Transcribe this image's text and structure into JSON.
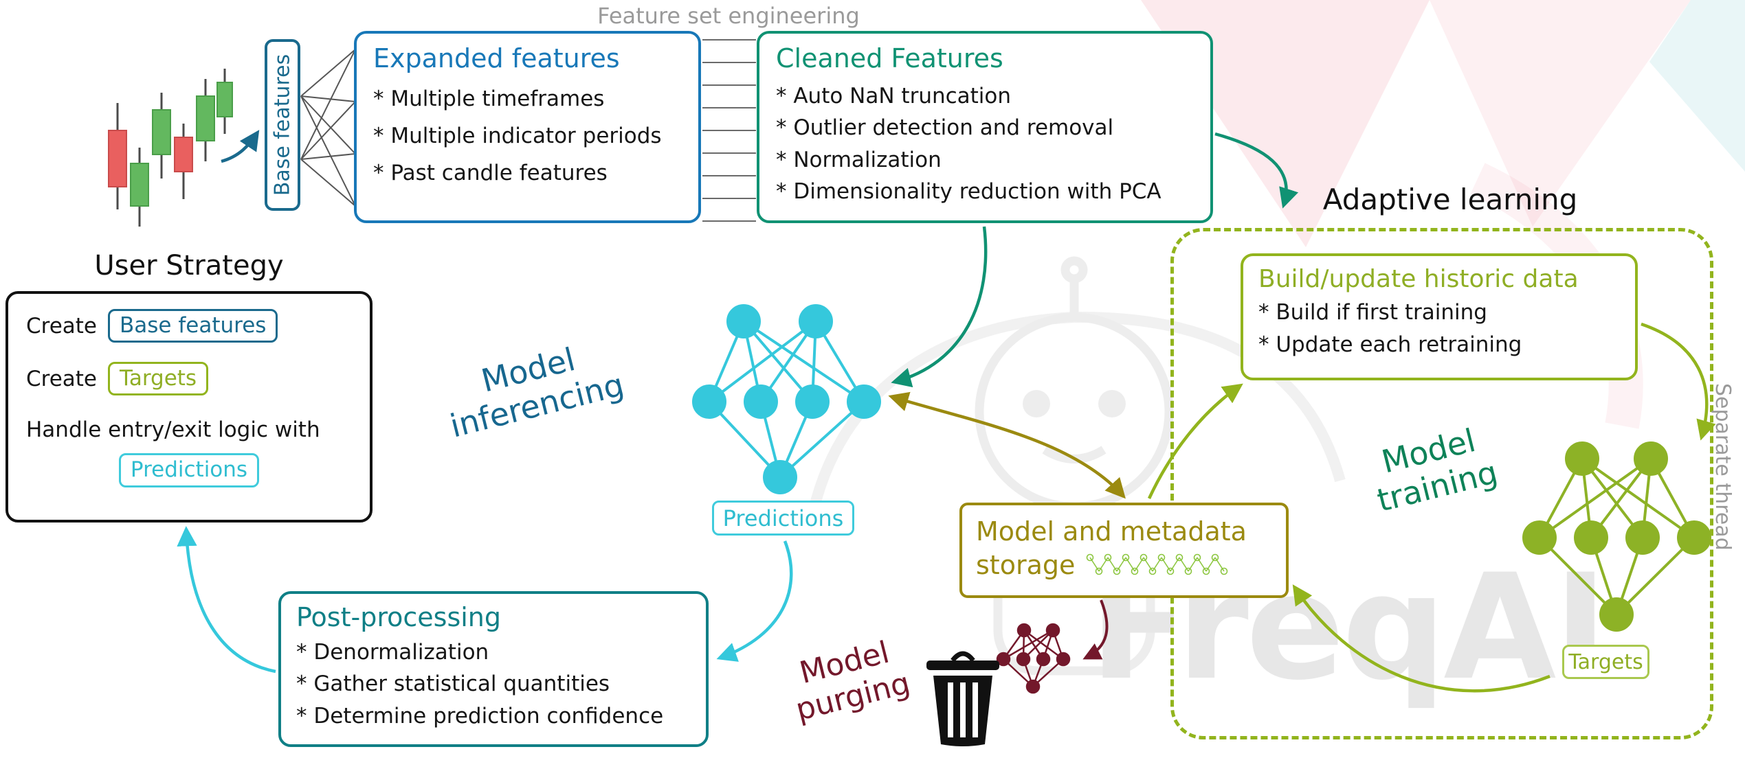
{
  "palette": {
    "blue": "#1878b8",
    "teal": "#1a6a8d",
    "teal_dark": "#0f7f86",
    "green": "#109273",
    "olive": "#92b41d",
    "cyan": "#35c8dc",
    "dark_yellow": "#9b8a10",
    "dark_red": "#73182b",
    "gray": "#9a9a9a"
  },
  "header": {
    "feature_set_engineering": "Feature set engineering"
  },
  "boxes": {
    "base_features": {
      "label": "Base features"
    },
    "expanded": {
      "title": "Expanded features",
      "items": [
        "* Multiple timeframes",
        "* Multiple indicator periods",
        "* Past candle features"
      ]
    },
    "cleaned": {
      "title": "Cleaned Features",
      "items": [
        "* Auto NaN truncation",
        "* Outlier detection and removal",
        "* Normalization",
        "* Dimensionality reduction with PCA"
      ]
    },
    "build_update": {
      "title": "Build/update historic data",
      "items": [
        "* Build if first training",
        "* Update each retraining"
      ]
    },
    "user_strategy": {
      "title": "User Strategy",
      "create_label_1": "Create",
      "pill_base_features": "Base features",
      "create_label_2": "Create",
      "pill_targets": "Targets",
      "handle_text": "Handle entry/exit logic with",
      "pill_predictions": "Predictions"
    },
    "predictions": {
      "label": "Predictions"
    },
    "storage": {
      "line1": "Model and metadata",
      "line2": "storage"
    },
    "targets": {
      "label": "Targets"
    },
    "post_processing": {
      "title": "Post-processing",
      "items": [
        "* Denormalization",
        "* Gather statistical quantities",
        "* Determine prediction confidence"
      ]
    }
  },
  "annotations": {
    "adaptive_learning": "Adaptive learning",
    "separate_thread": "Separate thread",
    "model_inferencing_1": "Model",
    "model_inferencing_2": "inferencing",
    "model_training_1": "Model",
    "model_training_2": "training",
    "model_purging_1": "Model",
    "model_purging_2": "purging"
  },
  "watermark": {
    "text": "FreqAI"
  }
}
